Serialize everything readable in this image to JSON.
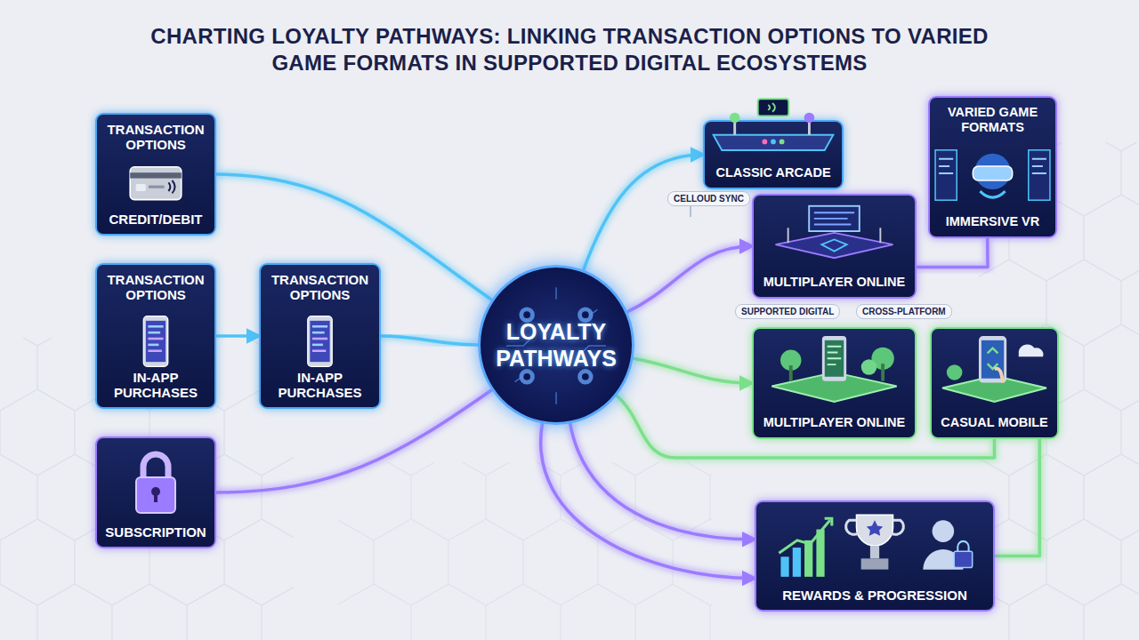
{
  "diagram": {
    "title": "CHARTING LOYALTY PATHWAYS: LINKING TRANSACTION OPTIONS TO VARIED GAME FORMATS IN SUPPORTED DIGITAL ECOSYSTEMS",
    "nodes": [
      {
        "text": [
          "TRANSACTION OPTIONS",
          "CREDIT/DEBIT"
        ]
      },
      {
        "text": [
          "TRANSACTION OPTIONS",
          "IN-APP PURCHASES"
        ]
      },
      {
        "text": [
          "TRANSACTION OPTIONS",
          "IN-APP PURCHASES"
        ]
      },
      {
        "text": [
          "SUBSCRIPTION"
        ]
      },
      {
        "text": [
          "LOYALTY PATHWAYS"
        ]
      },
      {
        "text": [
          "CLASSIC ARCADE"
        ]
      },
      {
        "text": [
          "VARIED GAME FORMATS",
          "IMMERSIVE VR"
        ]
      },
      {
        "text": [
          "MULTIPLAYER ONLINE"
        ]
      },
      {
        "text": [
          "MULTIPLAYER ONLINE"
        ]
      },
      {
        "text": [
          "CASUAL MOBILE"
        ]
      },
      {
        "text": [
          "REWARDS & PROGRESSION"
        ]
      }
    ],
    "edges": [
      {
        "from": 0,
        "to": 4,
        "arrow": "none"
      },
      {
        "from": 1,
        "to": 2,
        "arrow": "to"
      },
      {
        "from": 2,
        "to": 4,
        "arrow": "none"
      },
      {
        "from": 3,
        "to": 4,
        "arrow": "none"
      },
      {
        "from": 4,
        "to": 5,
        "arrow": "to"
      },
      {
        "from": 4,
        "to": 7,
        "arrow": "to"
      },
      {
        "from": 7,
        "to": 6,
        "arrow": "none"
      },
      {
        "from": 4,
        "to": 8,
        "arrow": "to"
      },
      {
        "from": 4,
        "to": 9,
        "arrow": "none"
      },
      {
        "from": 9,
        "to": 10,
        "arrow": "none"
      },
      {
        "from": 4,
        "to": 10,
        "arrow": "to"
      },
      {
        "from": 4,
        "to": 10,
        "arrow": "to"
      }
    ],
    "labels": [
      "CELLOUD SYNC",
      "SUPPORTED DIGITAL",
      "CROSS-PLATFORM"
    ]
  }
}
